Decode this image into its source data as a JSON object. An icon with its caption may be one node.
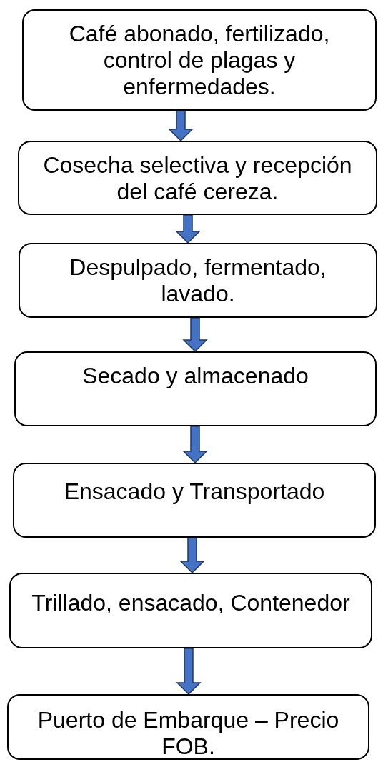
{
  "diagram": {
    "nodes": [
      {
        "text": [
          "Café abonado, fertilizado, control de plagas y enfermedades."
        ]
      },
      {
        "text": [
          "Cosecha selectiva y recepción del café cereza."
        ]
      },
      {
        "text": [
          "Despulpado, fermentado, lavado."
        ]
      },
      {
        "text": [
          "Secado y almacenado"
        ]
      },
      {
        "text": [
          "Ensacado y Transportado"
        ]
      },
      {
        "text": [
          "Trillado, ensacado, Contenedor"
        ]
      },
      {
        "text": [
          "Puerto de Embarque – Precio FOB."
        ]
      }
    ],
    "edges": [
      {
        "from": 0,
        "to": 1,
        "arrow": "to"
      },
      {
        "from": 1,
        "to": 2,
        "arrow": "to"
      },
      {
        "from": 2,
        "to": 3,
        "arrow": "to"
      },
      {
        "from": 3,
        "to": 4,
        "arrow": "to"
      },
      {
        "from": 4,
        "to": 5,
        "arrow": "to"
      },
      {
        "from": 5,
        "to": 6,
        "arrow": "to"
      }
    ]
  }
}
